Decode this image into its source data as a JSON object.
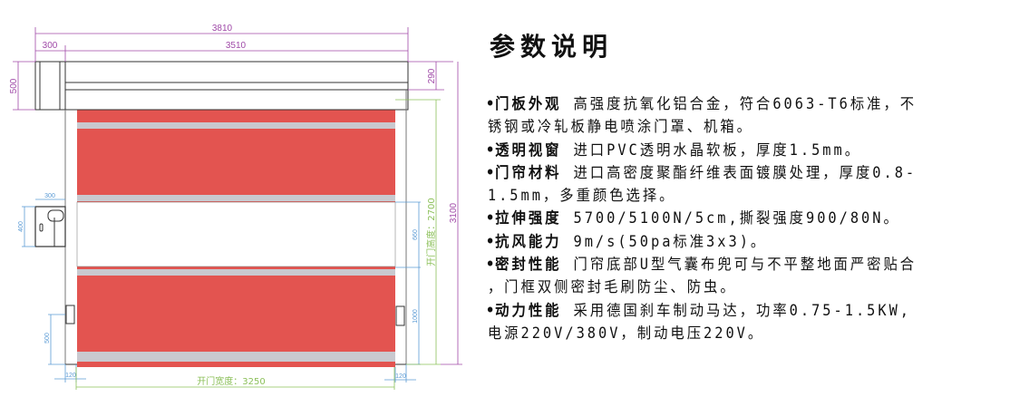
{
  "drawing": {
    "dims": {
      "total_width": "3810",
      "motor_width": "300",
      "beam_width": "3510",
      "head_height": "500",
      "beam_height": "290",
      "control_box_width": "300",
      "control_box_height": "400",
      "window_height": "660",
      "lower_height": "1000",
      "open_height_label": "开门高度：2700",
      "total_height": "3100",
      "sensor_height": "500",
      "frame_left": "120",
      "frame_right": "120",
      "open_width_label": "开门宽度：3250"
    },
    "colors": {
      "curtain": "#e35450",
      "stripe": "#c9c9cf",
      "dim_purple": "#a04aa8",
      "dim_blue": "#5b9bd5",
      "dim_green": "#8cc05a"
    }
  },
  "spec": {
    "title": "参数说明",
    "items": [
      {
        "label": "门板外观",
        "text": "高强度抗氧化铝合金，符合6063-T6标准，不",
        "cont": "锈钢或冷轧板静电喷涂门罩、机箱。"
      },
      {
        "label": "透明视窗",
        "text": "进口PVC透明水晶软板，厚度1.5mm。",
        "cont": ""
      },
      {
        "label": "门帘材料",
        "text": "进口高密度聚酯纤维表面镀膜处理，厚度0.8-",
        "cont": "1.5mm，多重颜色选择。"
      },
      {
        "label": "拉伸强度",
        "text": "5700/5100N/5cm,撕裂强度900/80N。",
        "cont": ""
      },
      {
        "label": "抗风能力",
        "text": "9m/s(50pa标准3x3)。",
        "cont": ""
      },
      {
        "label": "密封性能",
        "text": "门帘底部U型气囊布兜可与不平整地面严密贴合",
        "cont": "，门框双侧密封毛刷防尘、防虫。"
      },
      {
        "label": "动力性能",
        "text": "采用德国刹车制动马达，功率0.75-1.5KW,",
        "cont": "电源220V/380V，制动电压220V。"
      }
    ]
  }
}
